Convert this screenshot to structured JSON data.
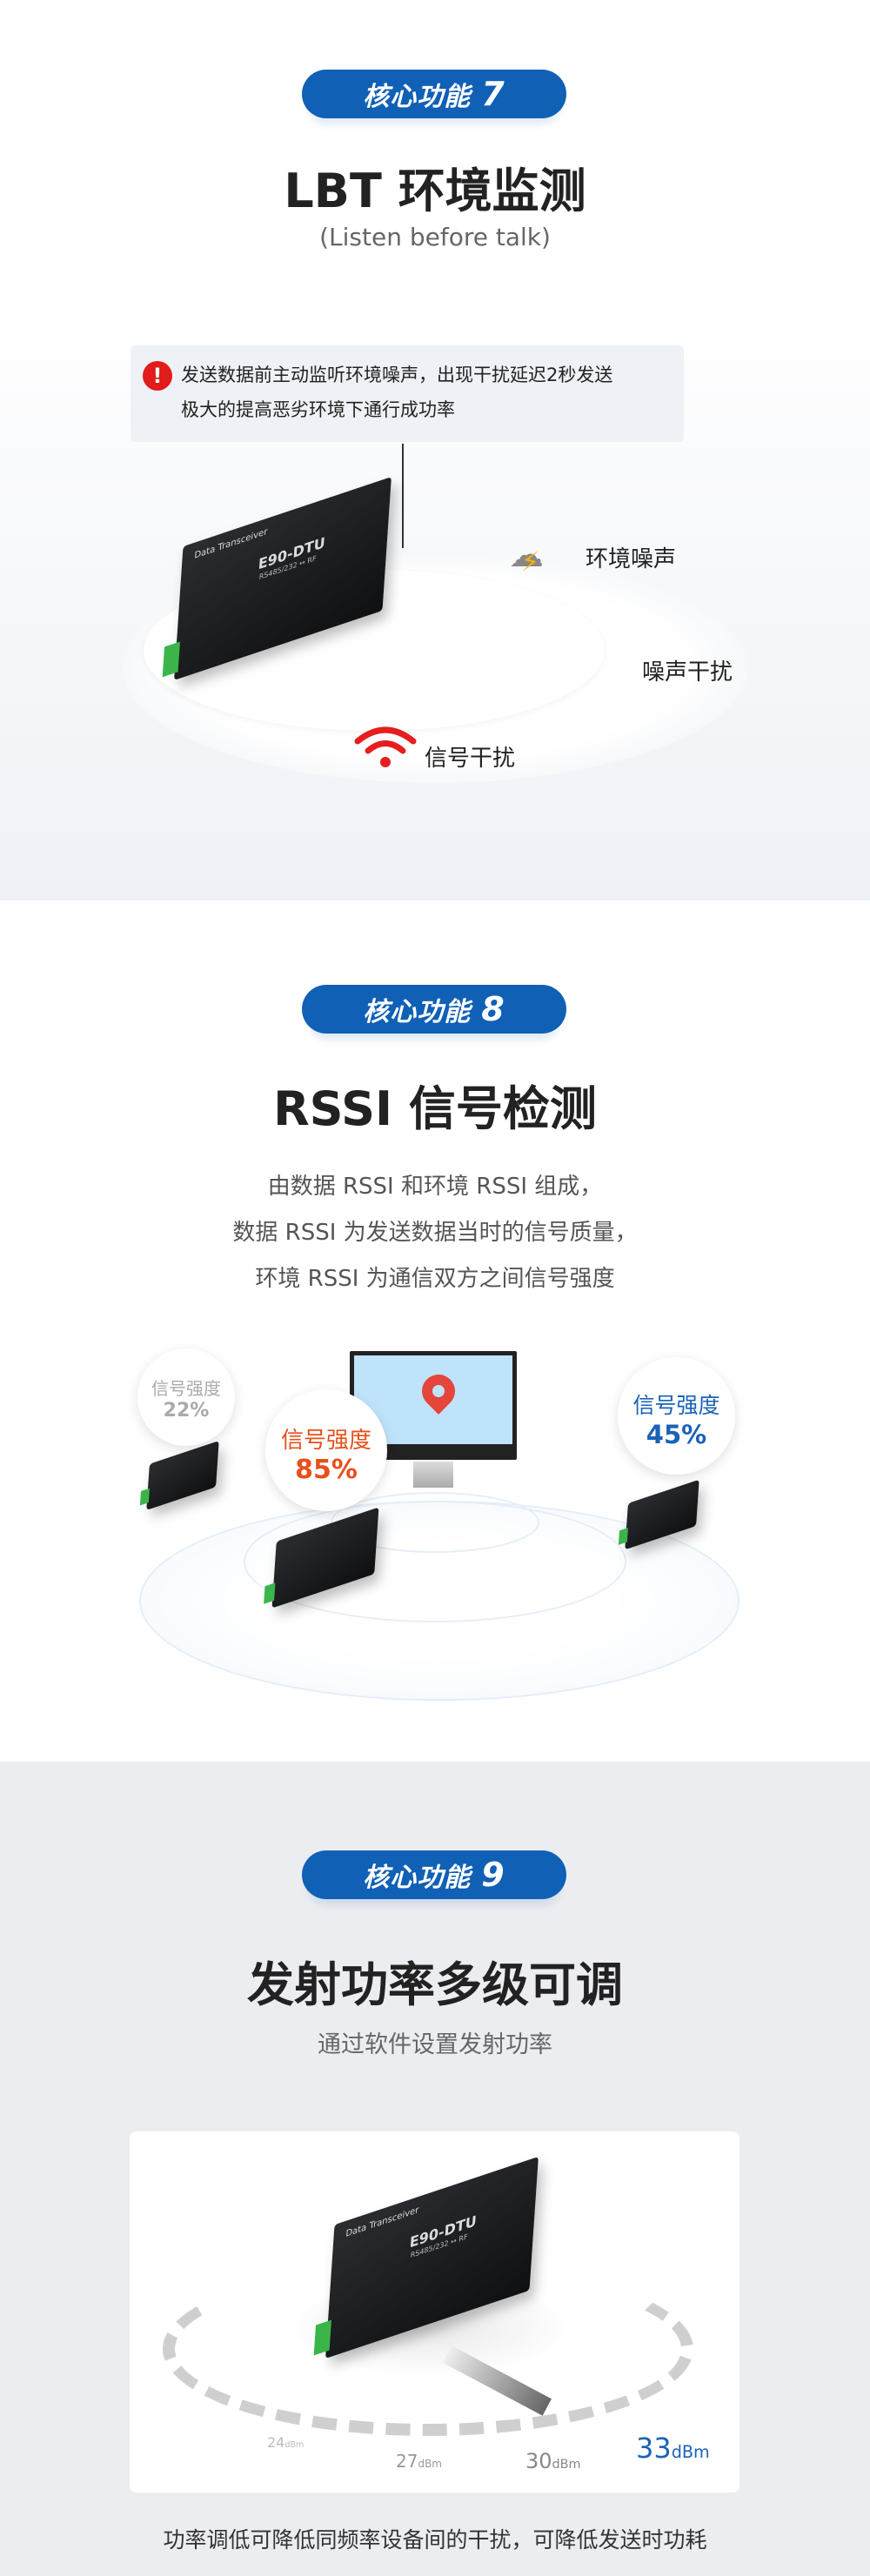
{
  "section7": {
    "badge": "核心功能",
    "badge_num": "7",
    "title": "LBT 环境监测",
    "subtitle": "(Listen before talk)",
    "notice_line1": "发送数据前主动监听环境噪声，出现干扰延迟2秒发送",
    "notice_line2": "极大的提高恶劣环境下通行成功率",
    "labels": {
      "env_noise": "环境噪声",
      "noise_interference": "噪声干扰",
      "signal_interference": "信号干扰"
    },
    "device": {
      "brand": "Data Transceiver",
      "model": "E90-DTU",
      "spec": "RS485/232 ↔ RF"
    }
  },
  "section8": {
    "badge": "核心功能",
    "badge_num": "8",
    "title": "RSSI 信号检测",
    "desc": [
      "由数据 RSSI 和环境 RSSI 组成，",
      "数据 RSSI 为发送数据当时的信号质量，",
      "环境 RSSI 为通信双方之间信号强度"
    ],
    "bubbles": [
      {
        "label": "信号强度",
        "value": "22%",
        "color": "#aaaaaa"
      },
      {
        "label": "信号强度",
        "value": "85%",
        "color": "#e8501a"
      },
      {
        "label": "信号强度",
        "value": "45%",
        "color": "#1a62b8"
      }
    ]
  },
  "section9": {
    "badge": "核心功能",
    "badge_num": "9",
    "title": "发射功率多级可调",
    "subtitle": "通过软件设置发射功率",
    "levels": [
      {
        "num": "24",
        "unit": "dBm"
      },
      {
        "num": "27",
        "unit": "dBm"
      },
      {
        "num": "30",
        "unit": "dBm"
      },
      {
        "num": "33",
        "unit": "dBm",
        "active": true
      }
    ],
    "footer": "功率调低可降低同频率设备间的干扰，可降低发送时功耗"
  },
  "colors": {
    "accent": "#1060b6",
    "alert": "#e21b1b",
    "orange": "#e8501a"
  }
}
